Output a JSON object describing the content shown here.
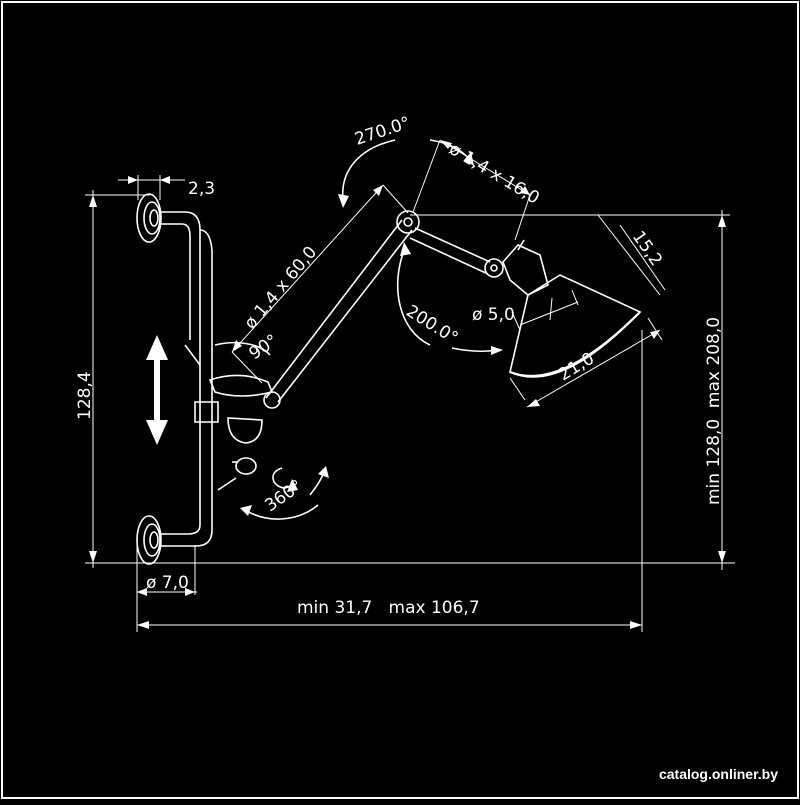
{
  "drawing": {
    "frame_color": "#ffffff",
    "background_color": "#000000",
    "icons": [
      "wall-bracket-icon",
      "lamp-shade-icon",
      "rotate-arrow-icon",
      "up-down-arrow-icon"
    ],
    "labels": {
      "base_width": "2,3",
      "rail_height": "128,4",
      "base_diameter": "ø 7,0",
      "reach": "min 31,7   max 106,7",
      "height_range": "min 128,0  max 208,0",
      "upper_arm": "ø 1,4 x 60,0",
      "lower_arm": "ø 1,4 x 16,0",
      "top_joint_angle": "270.0°",
      "mid_joint_angle": "200.0°",
      "pivot_angle": "90°",
      "swivel_angle": "360°",
      "socket_diameter": "ø 5,0",
      "shade_diameter": "21,0",
      "shade_height": "15,2"
    }
  },
  "footer": {
    "source": "catalog.onliner.by"
  }
}
